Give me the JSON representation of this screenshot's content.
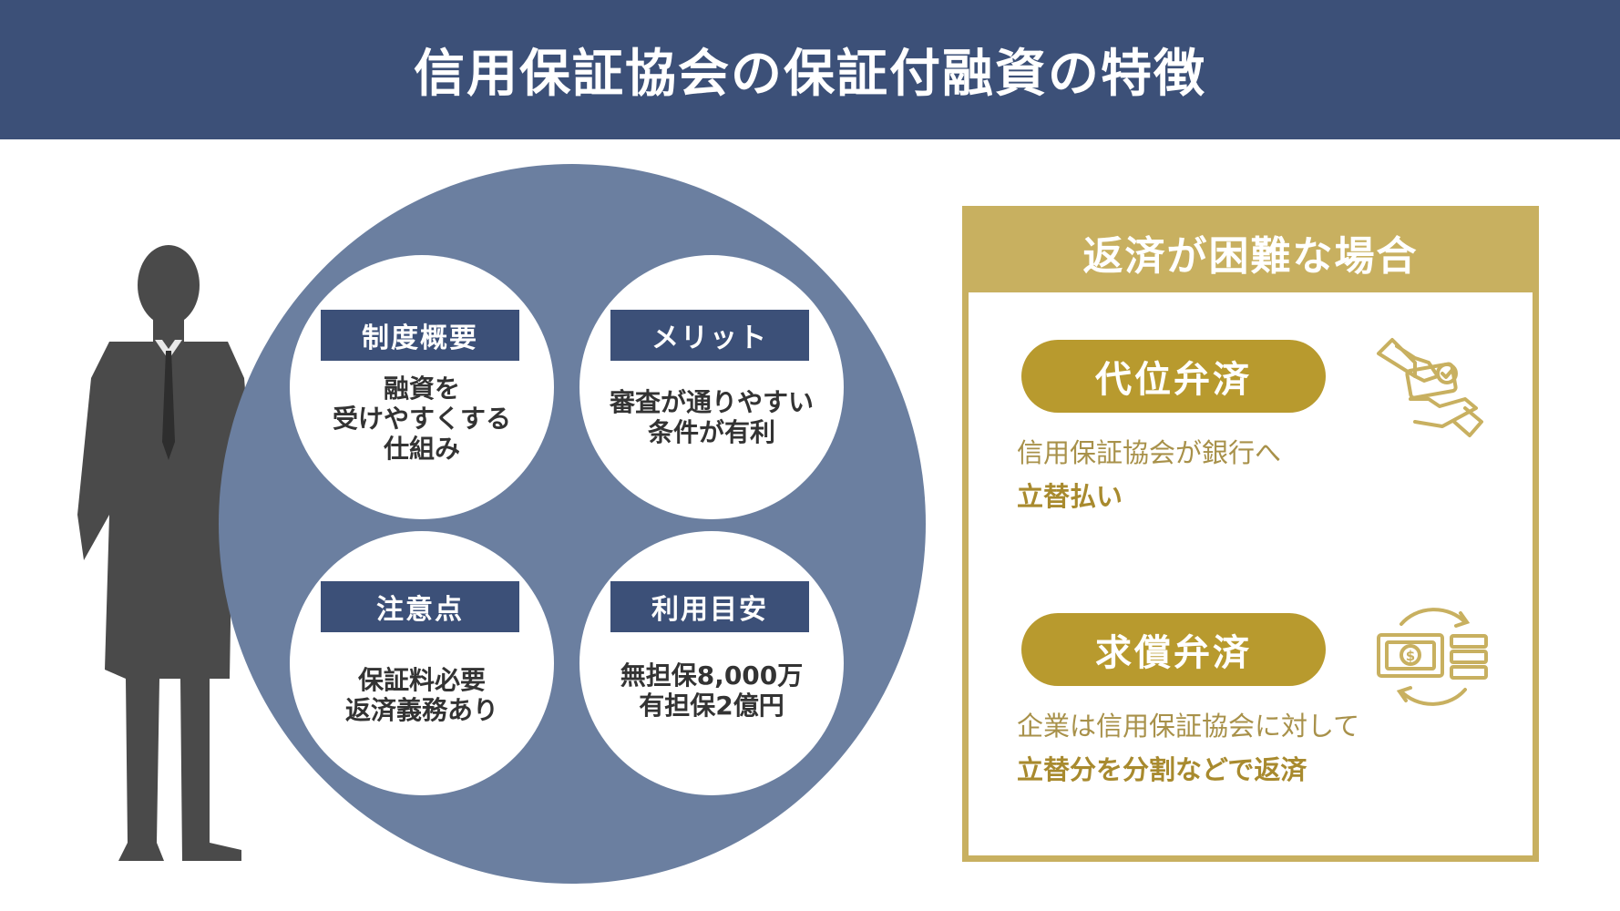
{
  "header": {
    "title": "信用保証協会の保証付融資の特徴"
  },
  "features": [
    {
      "label": "制度概要",
      "lines": [
        "融資を",
        "受けやすくする",
        "仕組み"
      ]
    },
    {
      "label": "メリット",
      "lines": [
        "審査が通りやすい",
        "条件が有利"
      ]
    },
    {
      "label": "注意点",
      "lines": [
        "保証料必要",
        "返済義務あり"
      ]
    },
    {
      "label": "利用目安",
      "lines": [
        "無担保8,000万",
        "有担保2億円"
      ]
    }
  ],
  "panel": {
    "title": "返済が困難な場合",
    "items": [
      {
        "pill": "代位弁済",
        "line1": "信用保証協会が銀行へ",
        "line2": "立替払い",
        "icon": "hand-card-payment-icon"
      },
      {
        "pill": "求償弁済",
        "line1": "企業は信用保証協会に対して",
        "line2": "立替分を分割などで返済",
        "icon": "money-cycle-icon"
      }
    ]
  },
  "colors": {
    "navy": "#3c5078",
    "circle": "#6b7fa0",
    "gold": "#c8b060",
    "gold_dark": "#b89a2e",
    "silhouette": "#4a4a4a"
  }
}
